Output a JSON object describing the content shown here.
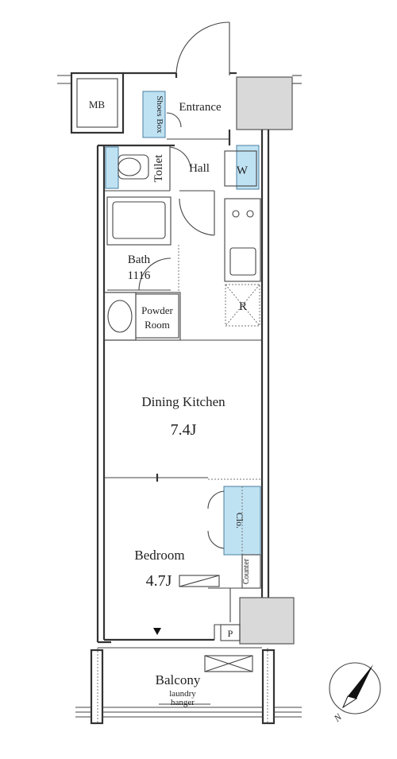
{
  "rooms": {
    "mb": "MB",
    "shoes_box": "Shoes Box",
    "entrance": "Entrance",
    "toilet": "Toilet",
    "hall": "Hall",
    "w": "W",
    "bath": "Bath",
    "bath_size": "1116",
    "powder_line1": "Powder",
    "powder_line2": "Room",
    "r": "R",
    "dining_kitchen": "Dining Kitchen",
    "dining_size": "7.4J",
    "clo": "Clo.",
    "bedroom": "Bedroom",
    "bedroom_size": "4.7J",
    "counter": "Counter",
    "p": "P",
    "balcony": "Balcony",
    "laundry_line1": "laundry",
    "laundry_line2": "hanger"
  },
  "compass": {
    "direction": "N"
  },
  "colors": {
    "storage_fill": "#bfe2f3",
    "shaft_fill": "#d9d9d9",
    "wall": "#333333"
  }
}
